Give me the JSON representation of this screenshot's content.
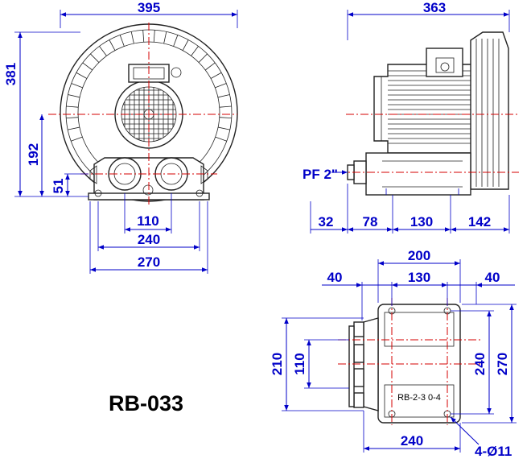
{
  "model": "RB-033",
  "nameplate": "RB-2-3 0-4",
  "colors": {
    "dimension": "#0000c8",
    "centerline": "#d40000",
    "outline": "#222222"
  },
  "front_view": {
    "width_label": "395",
    "height_label": "381",
    "axis_height_label": "192",
    "base_height_label": "51",
    "port_spacing_label": "110",
    "base_inner_label": "240",
    "base_outer_label": "270"
  },
  "side_view": {
    "length_label": "363",
    "port_label": "PF 2\"",
    "offset_32": "32",
    "offset_78": "78",
    "offset_130": "130",
    "offset_142": "142"
  },
  "base_view": {
    "top_label": "200",
    "hole_spacing_label": "130",
    "left_margin_label": "40",
    "right_margin_label": "40",
    "height_210": "210",
    "port_110": "110",
    "hole_240": "240",
    "outer_270": "270",
    "bottom_240": "240",
    "holes_label": "4-Ø11"
  }
}
